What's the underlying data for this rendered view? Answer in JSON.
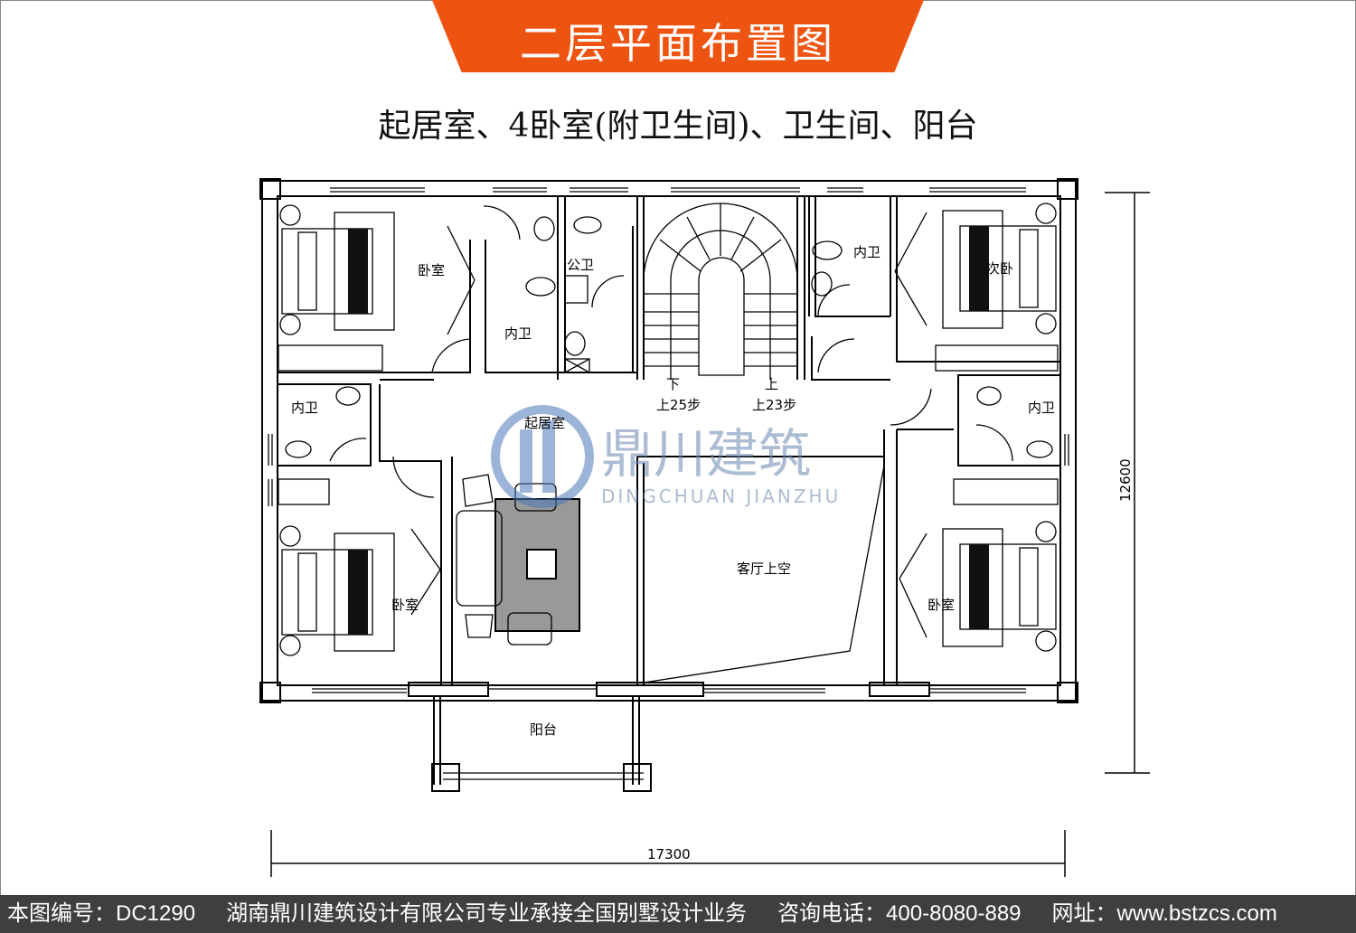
{
  "title": "二层平面布置图",
  "subtitle": "起居室、4卧室(附卫生间)、卫生间、阳台",
  "rooms": {
    "bedroom_top_left": "卧室",
    "ensuite_top_left": "内卫",
    "public_bath": "公卫",
    "ensuite_top_right": "内卫",
    "second_bedroom": "次卧",
    "ensuite_mid_left": "内卫",
    "ensuite_mid_right": "内卫",
    "living_room": "起居室",
    "bedroom_bottom_left": "卧室",
    "living_void": "客厅上空",
    "bedroom_bottom_right": "卧室",
    "balcony": "阳台"
  },
  "stairs": {
    "down_mark": "下",
    "up_mark": "上",
    "left_steps": "上25步",
    "right_steps": "上23步"
  },
  "dimensions": {
    "width": "17300",
    "depth": "12600"
  },
  "watermark": {
    "name": "鼎川建筑",
    "pinyin": "DINGCHUAN JIANZHU"
  },
  "footer": {
    "drawing_no": "本图编号：DC1290",
    "company": "湖南鼎川建筑设计有限公司专业承接全国别墅设计业务",
    "phone": "咨询电话：400-8080-889",
    "website": "网址：www.bstzcs.com"
  },
  "colors": {
    "banner": "#ee5411",
    "footer": "#3f3f3f",
    "watermark": "#4a78b8"
  }
}
